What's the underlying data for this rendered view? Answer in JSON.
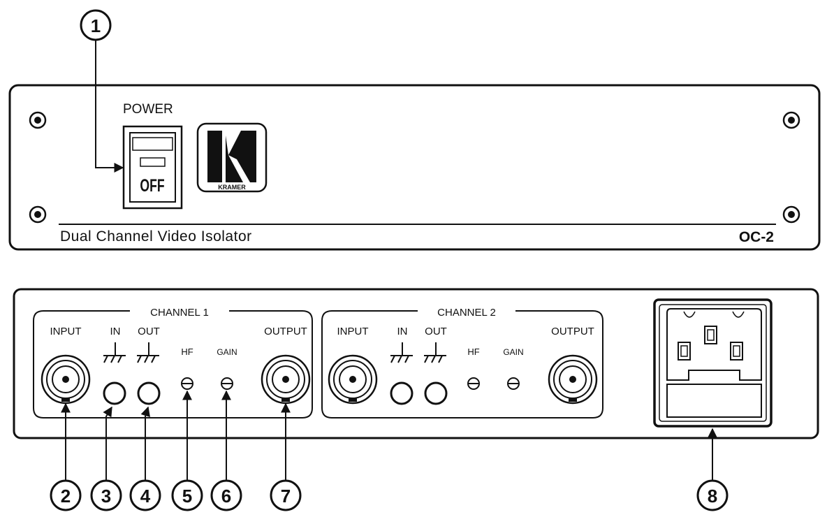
{
  "front_panel": {
    "power_label": "POWER",
    "switch_text": "OFF",
    "logo_text": "KRAMER",
    "product_description": "Dual Channel Video Isolator",
    "model": "OC-2"
  },
  "rear_panel": {
    "channels": [
      {
        "title": "CHANNEL 1",
        "input_label": "INPUT",
        "in_label": "IN",
        "out_label": "OUT",
        "hf_label": "HF",
        "gain_label": "GAIN",
        "output_label": "OUTPUT"
      },
      {
        "title": "CHANNEL 2",
        "input_label": "INPUT",
        "in_label": "IN",
        "out_label": "OUT",
        "hf_label": "HF",
        "gain_label": "GAIN",
        "output_label": "OUTPUT"
      }
    ]
  },
  "callouts": [
    "1",
    "2",
    "3",
    "4",
    "5",
    "6",
    "7",
    "8"
  ]
}
